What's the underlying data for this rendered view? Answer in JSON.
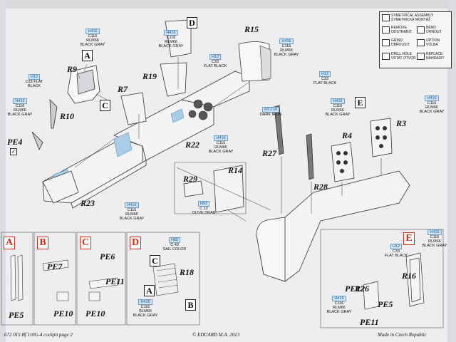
{
  "header": {
    "reversed_title": "672 015  Bf 110G-4 cockpit"
  },
  "legend": {
    "symmetrical": "SYMETRICAL ASSEMBLY\nSYMETRICKÁ MONTÁŽ",
    "remove": "REMOVE\nODSTRANIT",
    "bend": "BEND\nOHNOUT",
    "grind": "GRIND\nDBROUSIT",
    "option": "OPTION\nVOLBA",
    "drill": "DRILL HOLE\nVRTAT OTVOR",
    "replace": "REPLACE\nNAHRADIT"
  },
  "paints": {
    "h416_c116": {
      "h": "H416",
      "c": "C116",
      "rlm": "RLM66",
      "name": "BLACK GRAY"
    },
    "h12_c33": {
      "h": "H12",
      "c": "C33",
      "name": "FLAT BLACK"
    },
    "h85_c43": {
      "h": "H85",
      "c": "C 43",
      "name": "SAIL COLOR"
    },
    "h52_c12": {
      "h": "H52",
      "c": "C 12",
      "name": "OLIVE DRAB"
    },
    "mc214": {
      "h": "MC214",
      "name": "DARK IRON"
    }
  },
  "parts": {
    "R9": "R9",
    "R10": "R10",
    "R7": "R7",
    "R19": "R19",
    "R15": "R15",
    "R22": "R22",
    "R23": "R23",
    "R29": "R29",
    "R14": "R14",
    "R27": "R27",
    "R28": "R28",
    "R4": "R4",
    "R3": "R3",
    "R18": "R18",
    "R16": "R16",
    "R26": "R26",
    "PE4": "PE4",
    "PE5": "PE5",
    "PE5b": "PE5",
    "PE6": "PE6",
    "PE7": "PE7",
    "PE10a": "PE10",
    "PE10b": "PE10",
    "PE11a": "PE11",
    "PE11b": "PE11",
    "PE12": "PE12"
  },
  "letters": {
    "A": "A",
    "B": "B",
    "C": "C",
    "D": "D",
    "E": "E"
  },
  "footer": {
    "left": "672 015    Bf 110G-4 cockpit      page 2",
    "center": "© EDUARD  M.A. 2013",
    "right": "Made in Czech Republic"
  }
}
